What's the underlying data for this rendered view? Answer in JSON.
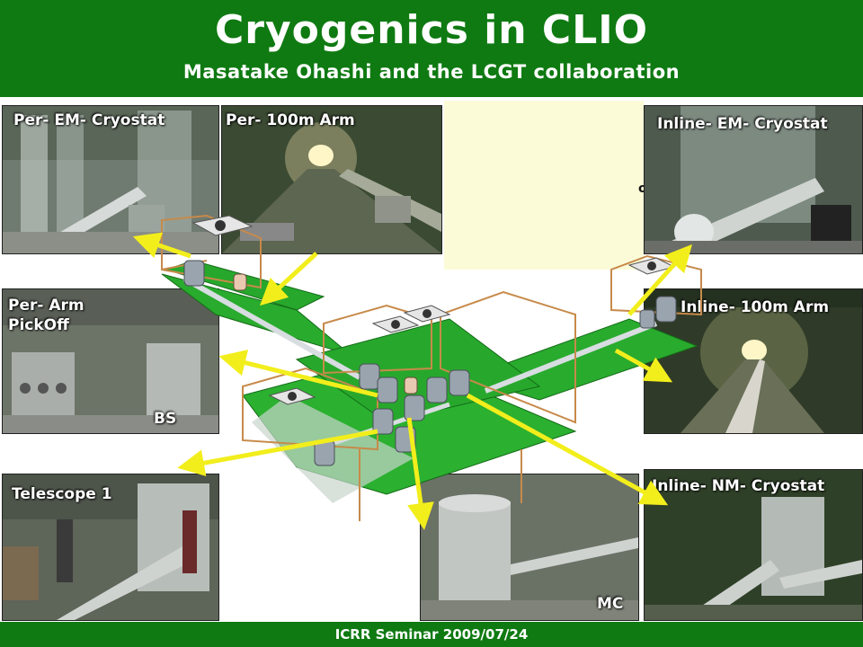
{
  "slide": {
    "title": "Cryogenics in CLIO",
    "subtitle": "Masatake Ohashi and the LCGT collaboration",
    "footer": "ICRR Seminar 2009/07/24",
    "partial_text": "oo"
  },
  "photos": {
    "per_em_cryostat": "Per- EM- Cryostat",
    "per_100m_arm": "Per- 100m Arm",
    "inline_em_cryostat": "Inline- EM- Cryostat",
    "per_arm_pickoff_line1": "Per- Arm",
    "per_arm_pickoff_line2": "PickOff",
    "bs": "BS",
    "inline_100m_arm": "Inline- 100m Arm",
    "telescope": "Telescope 1",
    "mc": "MC",
    "inline_nm_cryostat": "Inline- NM- Cryostat"
  },
  "colors": {
    "header_green": "#0f7a12",
    "floor_green": "#27a82c",
    "arrow_yellow": "#f2ee1c",
    "note_yellow": "#fbfbd8"
  }
}
